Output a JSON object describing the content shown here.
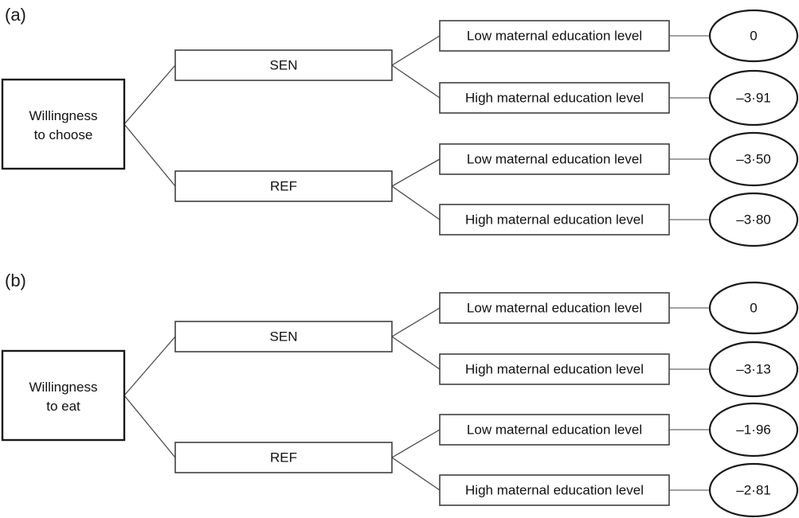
{
  "figure": {
    "type": "decision-tree-diagram",
    "background_color": "#ffffff",
    "line_color": "#4a4a4a",
    "text_color": "#111111"
  },
  "panels": [
    {
      "label": "(a)",
      "root": {
        "line1": "Willingness",
        "line2": "to choose"
      },
      "branches": [
        {
          "label": "SEN",
          "leaves": [
            {
              "label": "Low maternal education level",
              "outcome": "0"
            },
            {
              "label": "High maternal education level",
              "outcome": "–3·91"
            }
          ]
        },
        {
          "label": "REF",
          "leaves": [
            {
              "label": "Low maternal education level",
              "outcome": "–3·50"
            },
            {
              "label": "High maternal education level",
              "outcome": "–3·80"
            }
          ]
        }
      ]
    },
    {
      "label": "(b)",
      "root": {
        "line1": "Willingness",
        "line2": "to eat"
      },
      "branches": [
        {
          "label": "SEN",
          "leaves": [
            {
              "label": "Low maternal education level",
              "outcome": "0"
            },
            {
              "label": "High maternal education level",
              "outcome": "–3·13"
            }
          ]
        },
        {
          "label": "REF",
          "leaves": [
            {
              "label": "Low maternal education level",
              "outcome": "–1·96"
            },
            {
              "label": "High maternal education level",
              "outcome": "–2·81"
            }
          ]
        }
      ]
    }
  ]
}
